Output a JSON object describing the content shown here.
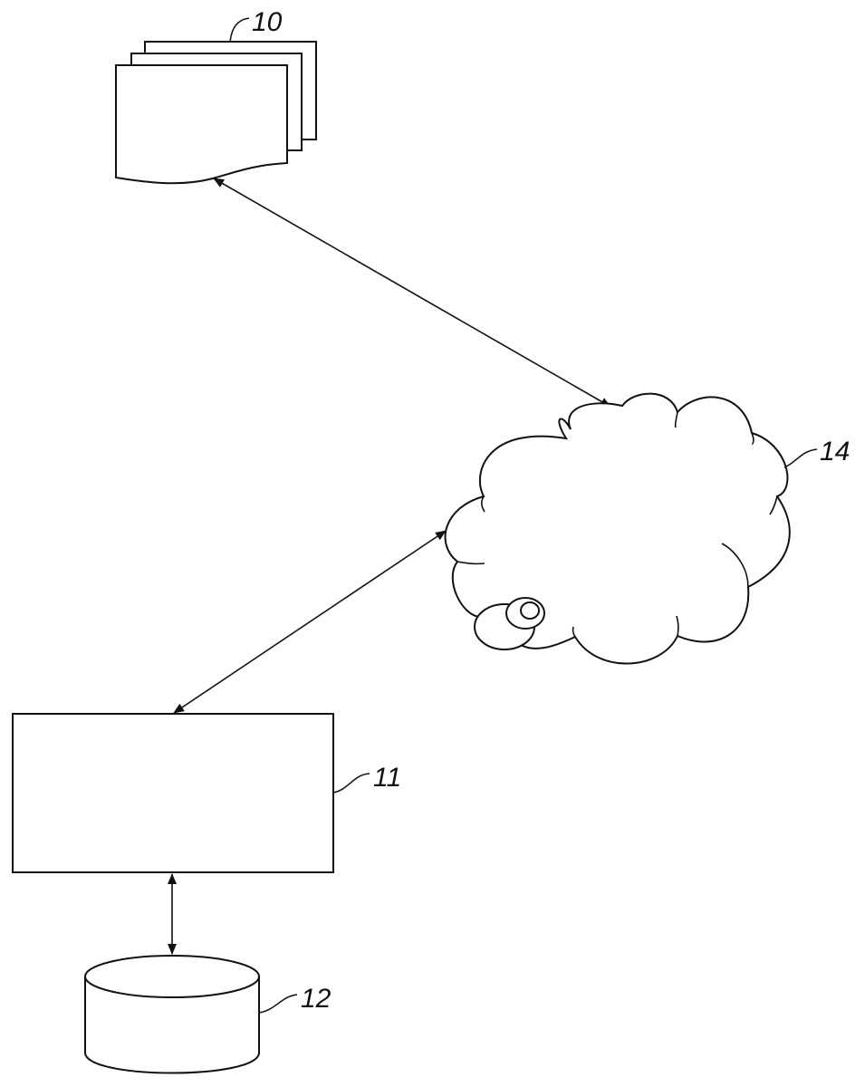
{
  "figure": {
    "type": "patent-block-diagram",
    "elements": [
      {
        "id": "documents",
        "ref": "10",
        "shape": "stacked-documents"
      },
      {
        "id": "server",
        "ref": "11",
        "shape": "rectangle"
      },
      {
        "id": "database",
        "ref": "12",
        "shape": "cylinder"
      },
      {
        "id": "network",
        "ref": "14",
        "shape": "cloud"
      }
    ],
    "connections": [
      {
        "from": "documents",
        "to": "network",
        "direction": "bidirectional"
      },
      {
        "from": "network",
        "to": "server",
        "direction": "bidirectional"
      },
      {
        "from": "server",
        "to": "database",
        "direction": "bidirectional"
      }
    ]
  },
  "labels": {
    "documents": "10",
    "server": "11",
    "database": "12",
    "network": "14"
  }
}
